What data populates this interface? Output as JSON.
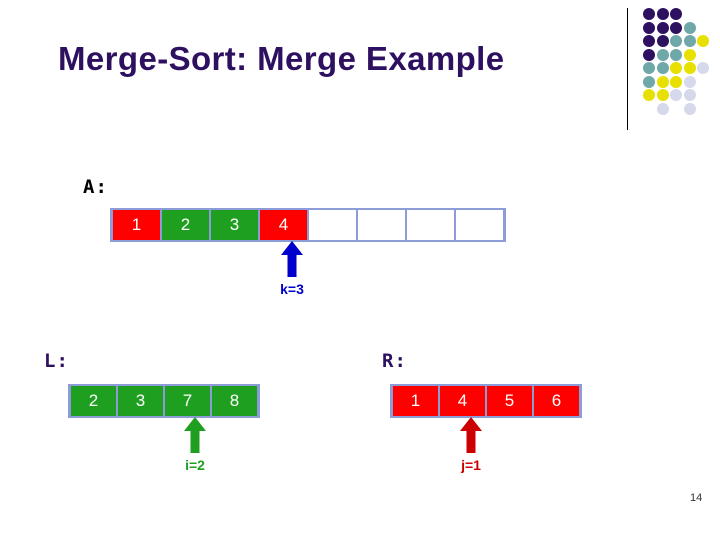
{
  "slide": {
    "title": "Merge-Sort: Merge Example",
    "page_number": "14",
    "background": "#ffffff",
    "title_color": "#2E1060"
  },
  "logo": {
    "name": "dot-grid-logo",
    "colors": {
      "purple": "#2E1060",
      "teal": "#6FA8A8",
      "yellow": "#E8E000",
      "lavender": "#D6D9EC"
    },
    "columns": 5,
    "rows": 8,
    "cells": [
      [
        "purple",
        "purple",
        "purple",
        "",
        ""
      ],
      [
        "purple",
        "purple",
        "purple",
        "teal",
        ""
      ],
      [
        "purple",
        "purple",
        "teal",
        "teal",
        "yellow"
      ],
      [
        "purple",
        "teal",
        "teal",
        "yellow",
        ""
      ],
      [
        "teal",
        "teal",
        "yellow",
        "yellow",
        "lavender"
      ],
      [
        "teal",
        "yellow",
        "yellow",
        "lavender",
        ""
      ],
      [
        "yellow",
        "yellow",
        "lavender",
        "lavender",
        ""
      ],
      [
        "",
        "lavender",
        "",
        "lavender",
        ""
      ]
    ]
  },
  "arrays": {
    "A": {
      "label": "A:",
      "label_color": "#000000",
      "cells": [
        {
          "value": "1",
          "state": "red"
        },
        {
          "value": "2",
          "state": "green"
        },
        {
          "value": "3",
          "state": "green"
        },
        {
          "value": "4",
          "state": "red"
        },
        {
          "value": "",
          "state": "empty"
        },
        {
          "value": "",
          "state": "empty"
        },
        {
          "value": "",
          "state": "empty"
        },
        {
          "value": "",
          "state": "empty"
        }
      ]
    },
    "L": {
      "label": "L:",
      "label_color": "#2E1060",
      "cells": [
        {
          "value": "2",
          "state": "green"
        },
        {
          "value": "3",
          "state": "green"
        },
        {
          "value": "7",
          "state": "green"
        },
        {
          "value": "8",
          "state": "green"
        }
      ]
    },
    "R": {
      "label": "R:",
      "label_color": "#2E1060",
      "cells": [
        {
          "value": "1",
          "state": "red"
        },
        {
          "value": "4",
          "state": "red"
        },
        {
          "value": "5",
          "state": "red"
        },
        {
          "value": "6",
          "state": "red"
        }
      ]
    }
  },
  "pointers": {
    "k": {
      "label": "k=3",
      "color": "#0000CC",
      "target_array": "A",
      "index": 3
    },
    "i": {
      "label": "i=2",
      "color": "#1F9F1F",
      "target_array": "L",
      "index": 2
    },
    "j": {
      "label": "j=1",
      "color": "#CC0000",
      "target_array": "R",
      "index": 1
    }
  },
  "colors": {
    "cell_red": "#FF0000",
    "cell_green": "#1F9F1F",
    "cell_empty": "#ffffff",
    "frame": "#8C9CD8"
  }
}
